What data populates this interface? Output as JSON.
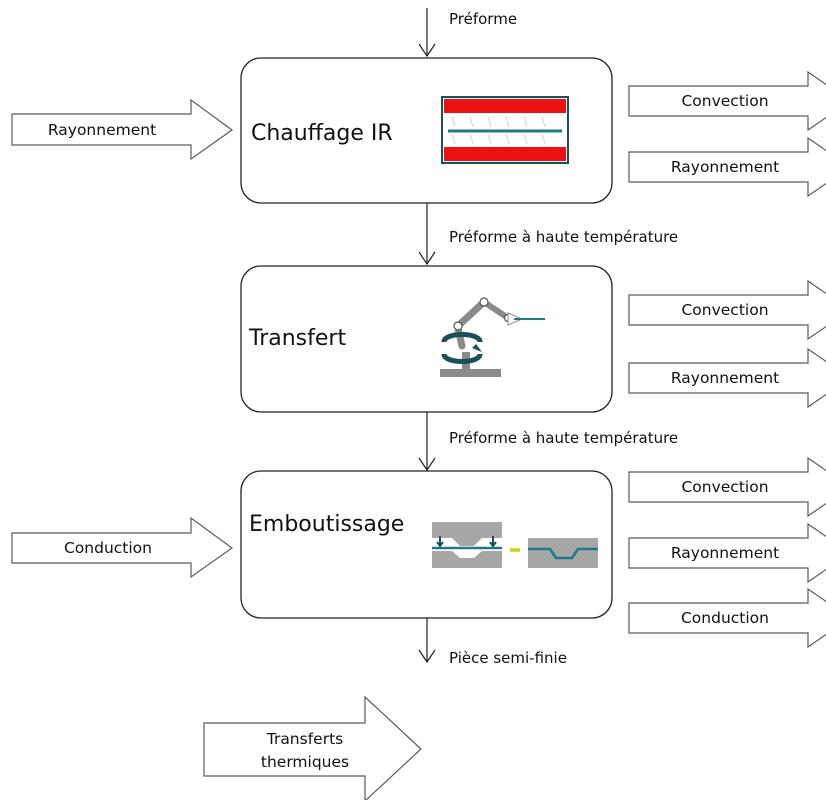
{
  "input_label": "Préforme",
  "stages": [
    {
      "title": "Chauffage IR"
    },
    {
      "title": "Transfert"
    },
    {
      "title": "Emboutissage"
    }
  ],
  "flows": {
    "after_heating": "Préforme à haute température",
    "after_transfer": "Préforme à haute température",
    "output": "Pièce semi-finie"
  },
  "inputs": {
    "heating": "Rayonnement",
    "stamping": "Conduction"
  },
  "losses": {
    "heating": [
      "Convection",
      "Rayonnement"
    ],
    "transfer": [
      "Convection",
      "Rayonnement"
    ],
    "stamping": [
      "Convection",
      "Rayonnement",
      "Conduction"
    ]
  },
  "legend": {
    "line1": "Transferts",
    "line2": "thermiques"
  },
  "colors": {
    "heater_red": "#ee1111",
    "preform_teal": "#1e7a86",
    "robot_gray": "#8a8a8a",
    "die_gray": "#a7a7a7",
    "yellow_dash": "#c9d400"
  },
  "icons": [
    "ir-oven-icon",
    "robot-arm-icon",
    "stamping-press-icon"
  ]
}
